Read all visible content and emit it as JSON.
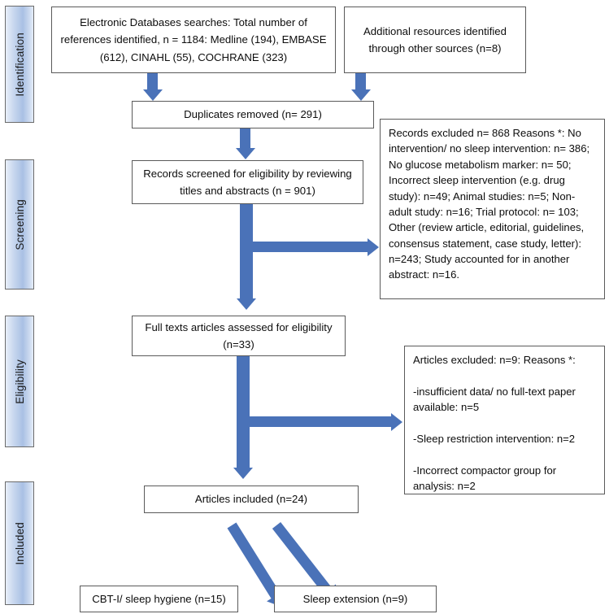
{
  "diagram": {
    "title": "PRISMA flow diagram",
    "accent_color": "#4a72b8",
    "phase_fill": "#c9d8ef",
    "box_border": "#5a5a5a"
  },
  "phases": [
    {
      "id": "identification",
      "label": "Identification"
    },
    {
      "id": "screening",
      "label": "Screening"
    },
    {
      "id": "eligibility",
      "label": "Eligibility"
    },
    {
      "id": "included",
      "label": "Included"
    }
  ],
  "boxes": {
    "databases": "Electronic Databases searches: Total number of references identified, n = 1184: Medline (194), EMBASE (612), CINAHL (55), COCHRANE (323)",
    "additional": "Additional resources identified through other sources (n=8)",
    "duplicates": "Duplicates removed (n= 291)",
    "screened": "Records screened for eligibility by reviewing titles and abstracts (n = 901)",
    "records_excluded": "Records excluded n= 868 Reasons *: No intervention/ no sleep intervention: n= 386; No glucose metabolism marker: n= 50; Incorrect sleep intervention (e.g. drug study): n=49; Animal studies: n=5; Non-adult study: n=16; Trial protocol: n= 103; Other (review article, editorial, guidelines, consensus statement, case study, letter): n=243; Study accounted for in another abstract: n=16.",
    "full_texts": "Full texts articles assessed for eligibility (n=33)",
    "articles_excluded": "Articles excluded: n=9: Reasons *:\n\n-insufficient data/ no full-text paper available: n=5\n\n-Sleep restriction intervention: n=2\n\n-Incorrect compactor group for analysis: n=2",
    "articles_included": "Articles included (n=24)",
    "cbt": "CBT-I/ sleep hygiene (n=15)",
    "extension": "Sleep extension (n=9)"
  },
  "counts": {
    "total_identified": 1184,
    "medline": 194,
    "embase": 612,
    "cinahl": 55,
    "cochrane": 323,
    "additional_sources": 8,
    "duplicates_removed": 291,
    "records_screened": 901,
    "records_excluded": 868,
    "full_texts_assessed": 33,
    "articles_excluded": 9,
    "articles_included": 24,
    "cbt_sleep_hygiene": 15,
    "sleep_extension": 9
  }
}
